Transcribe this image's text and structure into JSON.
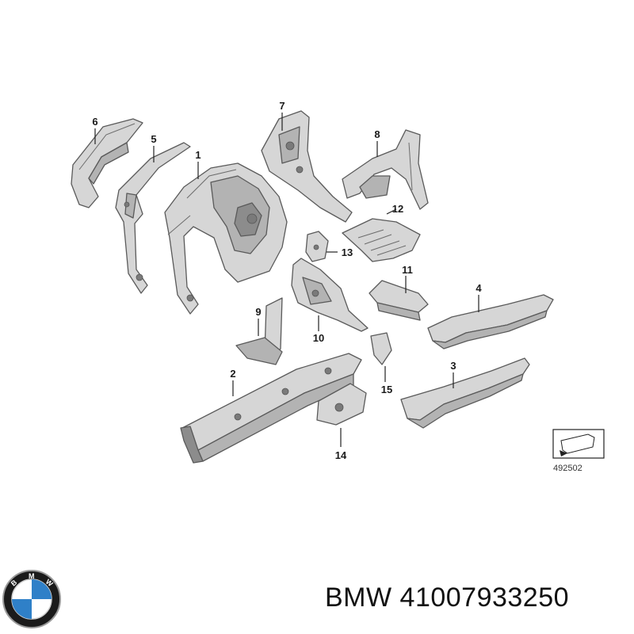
{
  "callouts": [
    {
      "id": "1",
      "text": "1"
    },
    {
      "id": "2",
      "text": "2"
    },
    {
      "id": "3",
      "text": "3"
    },
    {
      "id": "4",
      "text": "4"
    },
    {
      "id": "5",
      "text": "5"
    },
    {
      "id": "6",
      "text": "6"
    },
    {
      "id": "7",
      "text": "7"
    },
    {
      "id": "8",
      "text": "8"
    },
    {
      "id": "9",
      "text": "9"
    },
    {
      "id": "10",
      "text": "10"
    },
    {
      "id": "11",
      "text": "11"
    },
    {
      "id": "12",
      "text": "12"
    },
    {
      "id": "13",
      "text": "13"
    },
    {
      "id": "14",
      "text": "14"
    },
    {
      "id": "15",
      "text": "15"
    }
  ],
  "reference_code": "492502",
  "brand": {
    "logo_letters": [
      "B",
      "M",
      "W"
    ],
    "logo_colors": {
      "ring": "#1b1b1b",
      "blue": "#2f80c8",
      "white": "#ffffff"
    }
  },
  "caption": {
    "brand_name": "BMW",
    "part_number": "41007933250",
    "full": "BMW 41007933250"
  },
  "icons": {
    "logo": "bmw-logo",
    "reference_symbol": "reference-arrow-icon"
  }
}
